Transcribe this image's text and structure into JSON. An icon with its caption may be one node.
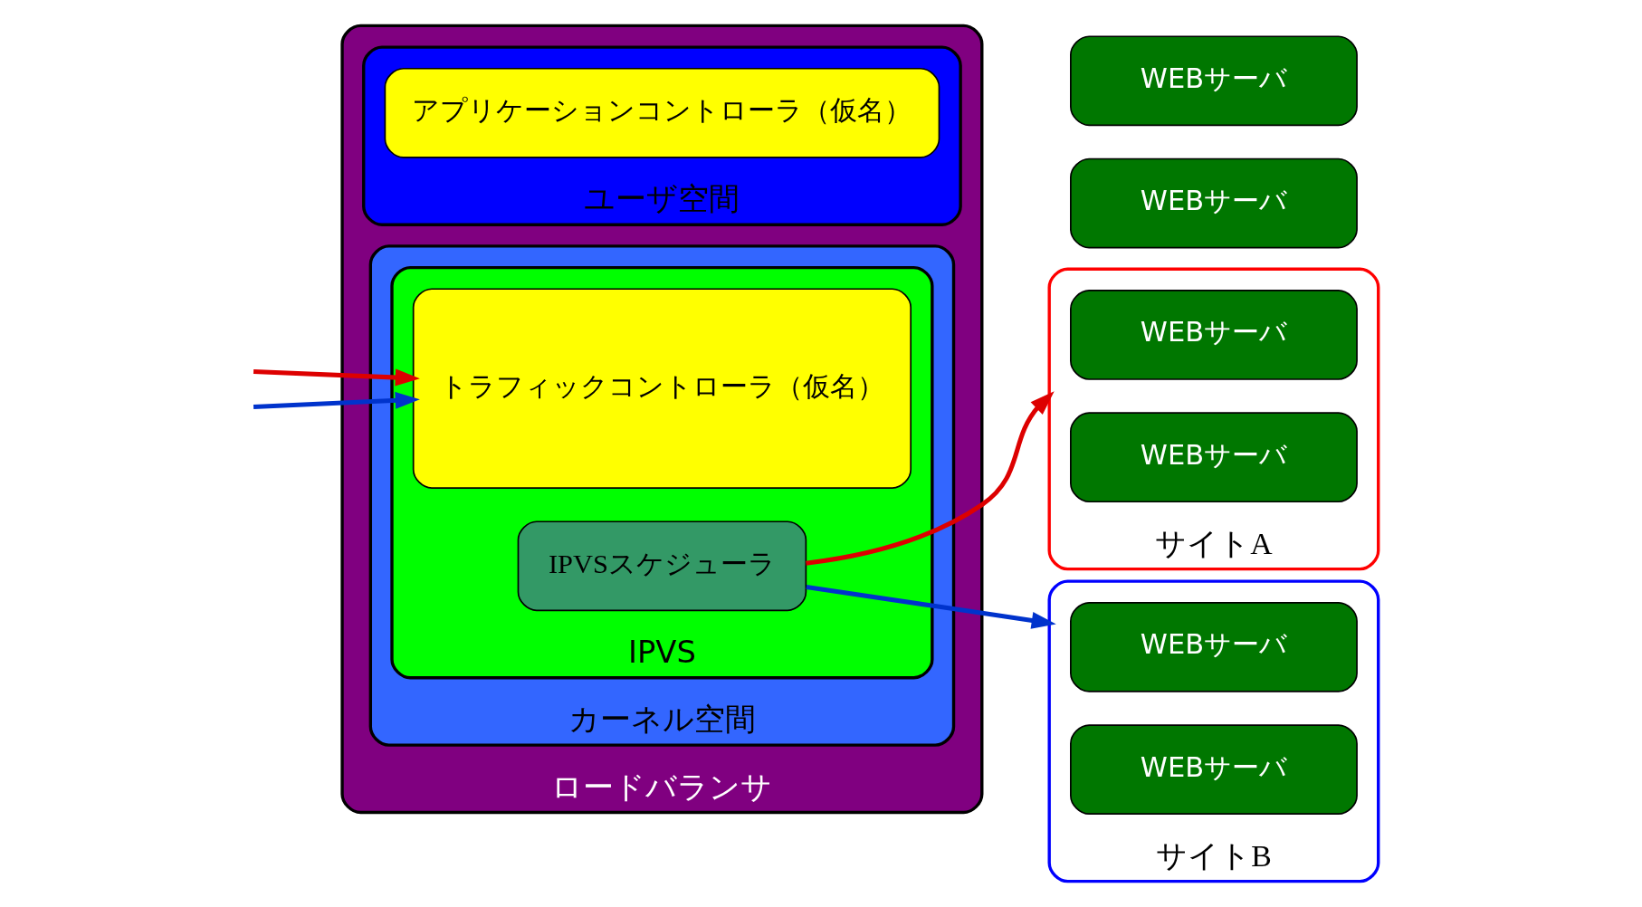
{
  "diagram": {
    "nodes": [
      {
        "text": [
          "ロードバランサ"
        ]
      },
      {
        "text": [
          "ユーザ空間"
        ],
        "in": 0
      },
      {
        "text": [
          "アプリケーションコントローラ（仮名）"
        ],
        "in": 1
      },
      {
        "text": [
          "カーネル空間"
        ],
        "in": 0
      },
      {
        "text": [
          "IPVS"
        ],
        "in": 3
      },
      {
        "text": [
          "トラフィックコントローラ（仮名）"
        ],
        "in": 4
      },
      {
        "text": [
          "IPVSスケジューラ"
        ],
        "in": 4
      },
      {
        "text": [
          "サイトA"
        ]
      },
      {
        "text": [
          "WEBサーバ"
        ],
        "in": 7
      },
      {
        "text": [
          "WEBサーバ"
        ],
        "in": 7
      },
      {
        "text": [
          "WEBサーバ"
        ]
      },
      {
        "text": [
          "WEBサーバ"
        ]
      },
      {
        "text": [
          "サイトB"
        ]
      },
      {
        "text": [
          "WEBサーバ"
        ],
        "in": 12
      },
      {
        "text": [
          "WEBサーバ"
        ],
        "in": 12
      }
    ],
    "edges": [
      {
        "from": null,
        "to": 5,
        "arrow": "to",
        "color": "#0033cc"
      },
      {
        "from": null,
        "to": 5,
        "arrow": "to",
        "color": "#dd0000"
      },
      {
        "from": 6,
        "to": 7,
        "arrow": "to",
        "color": "#dd0000"
      },
      {
        "from": 6,
        "to": 12,
        "arrow": "to",
        "color": "#0033cc"
      }
    ]
  }
}
